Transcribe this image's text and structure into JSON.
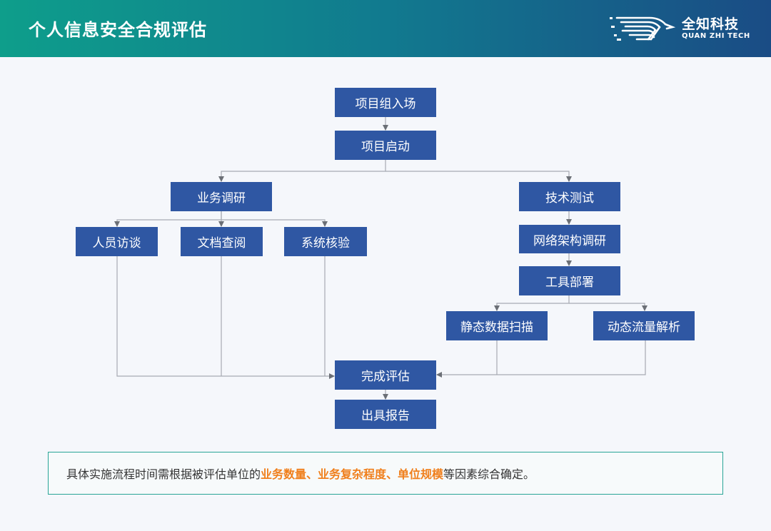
{
  "header": {
    "title": "个人信息安全合规评估",
    "brand_name": "全知科技",
    "brand_sub": "QUAN ZHI TECH"
  },
  "flow": {
    "n1": "项目组入场",
    "n2": "项目启动",
    "biz": "业务调研",
    "tech": "技术测试",
    "interview": "人员访谈",
    "docs": "文档查阅",
    "syscheck": "系统核验",
    "arch": "网络架构调研",
    "tools": "工具部署",
    "static": "静态数据扫描",
    "dynamic": "动态流量解析",
    "complete": "完成评估",
    "report": "出具报告"
  },
  "note": {
    "prefix": "具体实施流程时间需根据被评估单位的",
    "highlight": "业务数量、业务复杂程度、单位规模",
    "suffix": "等因素综合确定。"
  },
  "colors": {
    "node": "#2f57a3",
    "connector": "#a6aab2",
    "highlight": "#f07f1c",
    "note_border": "#29a597"
  }
}
